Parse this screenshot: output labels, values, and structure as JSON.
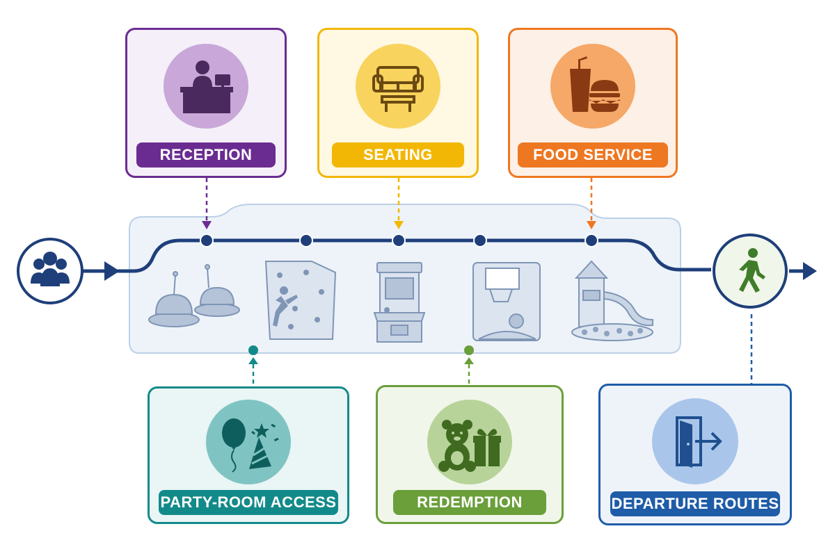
{
  "stations_top": [
    {
      "id": "reception",
      "label": "RECEPTION",
      "icon": "reception-desk-icon",
      "color": "#6a2c91",
      "bg": "#f4eff8",
      "disk": "#c9a7d9"
    },
    {
      "id": "seating",
      "label": "SEATING",
      "icon": "sofa-table-icon",
      "color": "#f2b705",
      "bg": "#fff8e3",
      "disk": "#f8d35e"
    },
    {
      "id": "food",
      "label": "FOOD SERVICE",
      "icon": "drink-burger-icon",
      "color": "#ee7722",
      "bg": "#fdf0e6",
      "disk": "#f5a868"
    }
  ],
  "stations_bottom": [
    {
      "id": "party",
      "label": "PARTY-ROOM ACCESS",
      "icon": "balloon-party-hat-icon",
      "color": "#138a8a",
      "bg": "#eaf5f5",
      "disk": "#7fc4c2"
    },
    {
      "id": "redemption",
      "label": "REDEMPTION",
      "icon": "teddy-bear-gift-icon",
      "color": "#6a9f3a",
      "bg": "#f1f6ea",
      "disk": "#b7d39a"
    },
    {
      "id": "departure",
      "label": "DEPARTURE ROUTES",
      "icon": "exit-door-icon",
      "color": "#1f5ca8",
      "bg": "#eef3fa",
      "disk": "#a9c6ea"
    }
  ],
  "attractions": [
    {
      "icon": "bumper-cars-icon"
    },
    {
      "icon": "climbing-wall-icon"
    },
    {
      "icon": "arcade-cabinet-icon"
    },
    {
      "icon": "basketball-hoop-icon"
    },
    {
      "icon": "playground-slide-icon"
    }
  ],
  "endpoints": {
    "start_icon": "group-people-icon",
    "end_icon": "walking-person-icon"
  },
  "colors": {
    "path": "#1e3f7a",
    "zone_fill": "#eef3f9",
    "zone_border": "#bcd0e6",
    "icon_gray": "#8ea2c0"
  }
}
